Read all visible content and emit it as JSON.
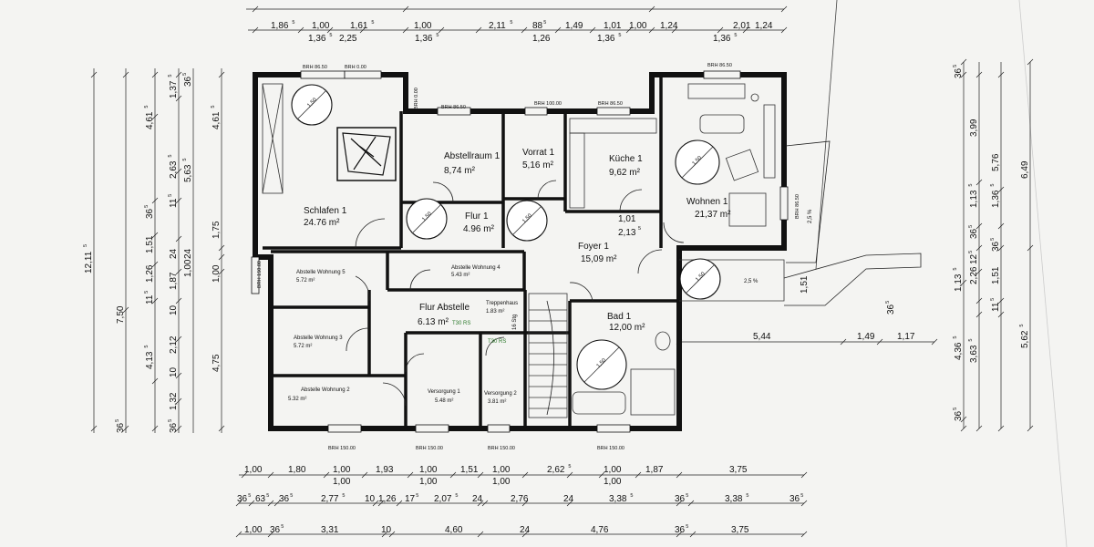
{
  "rooms": {
    "schlafen": {
      "name": "Schlafen 1",
      "area": "24.76 m²"
    },
    "abstellraum": {
      "name": "Abstellraum 1",
      "area": "8,74 m²"
    },
    "vorrat": {
      "name": "Vorrat 1",
      "area": "5,16 m²"
    },
    "kueche": {
      "name": "Küche 1",
      "area": "9,62 m²"
    },
    "wohnen": {
      "name": "Wohnen 1",
      "area": "21,37 m²"
    },
    "flur": {
      "name": "Flur 1",
      "area": "4.96 m²"
    },
    "foyer": {
      "name": "Foyer 1",
      "area": "15,09 m²"
    },
    "abst5": {
      "name": "Abstelle Wohnung 5",
      "area": "5.72 m²"
    },
    "abst4": {
      "name": "Abstelle Wohnung 4",
      "area": "5.43 m²"
    },
    "abst3": {
      "name": "Abstelle Wohnung 3",
      "area": "5.72 m²"
    },
    "abst2": {
      "name": "Abstelle Wohnung 2",
      "area": "5.32 m²"
    },
    "flur_abst": {
      "name": "Flur Abstelle",
      "area": "6.13 m²"
    },
    "treppe": {
      "name": "Treppenhaus",
      "area": "1.83 m²"
    },
    "versorgung1": {
      "name": "Versorgung 1",
      "area": "5.48 m²"
    },
    "versorgung2": {
      "name": "Versorgung 2",
      "area": "3.81 m²"
    },
    "bad": {
      "name": "Bad 1",
      "area": "12,00 m²"
    }
  },
  "labels": {
    "circle_diameter": "1,50",
    "t30": "T30 RS",
    "slope": "2,5 %",
    "slope_v": "2,5 %",
    "door_w": "1,01",
    "door_h": "2,13",
    "door_h_sup": "5",
    "stair_note": "16 Stg",
    "brh": [
      "BRH 86.50",
      "BRH 0.00",
      "BRH 0.00",
      "BRH 86.50",
      "BRH 100.00",
      "BRH 86.50",
      "BRH 86.50",
      "BRH 86.50",
      "BRH 150.00",
      "BRH 150.00",
      "BRH 150.00",
      "BRH 150.00",
      "BRH 150.00"
    ]
  },
  "dims_top": {
    "row1": [
      {
        "v": "1,86",
        "s": "5"
      },
      {
        "v": "1,00",
        "s": ""
      },
      {
        "v": "1,61",
        "s": "5"
      },
      {
        "v": "1,00",
        "s": ""
      },
      {
        "v": "2,11",
        "s": "5"
      },
      {
        "v": "88",
        "s": "5"
      },
      {
        "v": "1,49",
        "s": ""
      },
      {
        "v": "1,01",
        "s": ""
      },
      {
        "v": "1,00",
        "s": ""
      },
      {
        "v": "1,24",
        "s": ""
      },
      {
        "v": "2,01",
        "s": ""
      },
      {
        "v": "1,24",
        "s": ""
      }
    ],
    "row2": [
      {
        "v": "1,36",
        "s": "5"
      },
      {
        "v": "2,25",
        "s": ""
      },
      {
        "v": "1,36",
        "s": "5"
      },
      {
        "v": "1,26",
        "s": ""
      },
      {
        "v": "1,36",
        "s": "5"
      },
      {
        "v": "1,36",
        "s": "5"
      }
    ]
  },
  "dims_bottom": {
    "row1": [
      {
        "v": "1,00",
        "s": ""
      },
      {
        "v": "1,80",
        "s": ""
      },
      {
        "v": "1,00",
        "s": ""
      },
      {
        "v": "1,93",
        "s": ""
      },
      {
        "v": "1,00",
        "s": ""
      },
      {
        "v": "1,51",
        "s": ""
      },
      {
        "v": "1,00",
        "s": ""
      },
      {
        "v": "2,62",
        "s": "5"
      },
      {
        "v": "1,00",
        "s": ""
      },
      {
        "v": "1,87",
        "s": ""
      },
      {
        "v": "3,75",
        "s": ""
      }
    ],
    "row1b": [
      {
        "v": "1,00",
        "s": ""
      },
      {
        "v": "1,00",
        "s": ""
      },
      {
        "v": "1,00",
        "s": ""
      },
      {
        "v": "1,00",
        "s": ""
      }
    ],
    "row2": [
      {
        "v": "36",
        "s": "5"
      },
      {
        "v": "63",
        "s": "5"
      },
      {
        "v": "36",
        "s": "5"
      },
      {
        "v": "2,77",
        "s": "5"
      },
      {
        "v": "10",
        "s": ""
      },
      {
        "v": "1,26",
        "s": ""
      },
      {
        "v": "17",
        "s": "5"
      },
      {
        "v": "2,07",
        "s": "5"
      },
      {
        "v": "24",
        "s": ""
      },
      {
        "v": "2,76",
        "s": ""
      },
      {
        "v": "24",
        "s": ""
      },
      {
        "v": "3,38",
        "s": "5"
      },
      {
        "v": "36",
        "s": "5"
      },
      {
        "v": "3,38",
        "s": "5"
      },
      {
        "v": "36",
        "s": "5"
      }
    ],
    "row3": [
      {
        "v": "1,00",
        "s": ""
      },
      {
        "v": "36",
        "s": "5"
      },
      {
        "v": "3,31",
        "s": ""
      },
      {
        "v": "10",
        "s": ""
      },
      {
        "v": "4,60",
        "s": ""
      },
      {
        "v": "24",
        "s": ""
      },
      {
        "v": "4,76",
        "s": ""
      },
      {
        "v": "36",
        "s": "5"
      },
      {
        "v": "3,75",
        "s": ""
      }
    ]
  },
  "dims_left": {
    "c1": [
      {
        "v": "12,11",
        "s": "5"
      }
    ],
    "c2": [
      {
        "v": "7,50",
        "s": ""
      },
      {
        "v": "36",
        "s": "5"
      }
    ],
    "c3": [
      {
        "v": "4,61",
        "s": "5"
      },
      {
        "v": "36",
        "s": "5"
      },
      {
        "v": "1,51",
        "s": ""
      },
      {
        "v": "1,26",
        "s": ""
      },
      {
        "v": "11",
        "s": "5"
      },
      {
        "v": "4,13",
        "s": "5"
      }
    ],
    "c4": [
      {
        "v": "1,37",
        "s": "5"
      },
      {
        "v": "2,63",
        "s": "5"
      },
      {
        "v": "11",
        "s": "5"
      },
      {
        "v": "24",
        "s": ""
      },
      {
        "v": "1,87",
        "s": ""
      },
      {
        "v": "10",
        "s": ""
      },
      {
        "v": "2,12",
        "s": ""
      },
      {
        "v": "10",
        "s": ""
      },
      {
        "v": "1,32",
        "s": ""
      },
      {
        "v": "36",
        "s": "5"
      }
    ],
    "c5": [
      {
        "v": "36",
        "s": "5"
      },
      {
        "v": "5,63",
        "s": "5"
      },
      {
        "v": "24",
        "s": ""
      },
      {
        "v": "1,00",
        "s": ""
      }
    ],
    "c6": [
      {
        "v": "4,61",
        "s": "5"
      },
      {
        "v": "1,75",
        "s": ""
      },
      {
        "v": "1,00",
        "s": ""
      },
      {
        "v": "4,75",
        "s": ""
      }
    ]
  },
  "dims_right": {
    "c1": [
      {
        "v": "36",
        "s": "5"
      },
      {
        "v": "1,13",
        "s": "5"
      },
      {
        "v": "4,36",
        "s": "5"
      },
      {
        "v": "36",
        "s": "5"
      }
    ],
    "c2": [
      {
        "v": "3,99",
        "s": ""
      },
      {
        "v": "1,13",
        "s": "5"
      },
      {
        "v": "36",
        "s": "5"
      },
      {
        "v": "12",
        "s": "5"
      },
      {
        "v": "2,26",
        "s": ""
      },
      {
        "v": "3,63",
        "s": "5"
      }
    ],
    "c3": [
      {
        "v": "5,76",
        "s": ""
      },
      {
        "v": "1,36",
        "s": "5"
      },
      {
        "v": "36",
        "s": "5"
      },
      {
        "v": "1,51",
        "s": ""
      },
      {
        "v": "11",
        "s": "5"
      }
    ],
    "c4": [
      {
        "v": "6,49",
        "s": ""
      },
      {
        "v": "5,62",
        "s": "5"
      }
    ],
    "terrace": [
      {
        "v": "5,44",
        "s": ""
      },
      {
        "v": "1,49",
        "s": ""
      },
      {
        "v": "1,17",
        "s": ""
      },
      {
        "v": "1,51",
        "s": ""
      },
      {
        "v": "36",
        "s": "5"
      }
    ]
  }
}
